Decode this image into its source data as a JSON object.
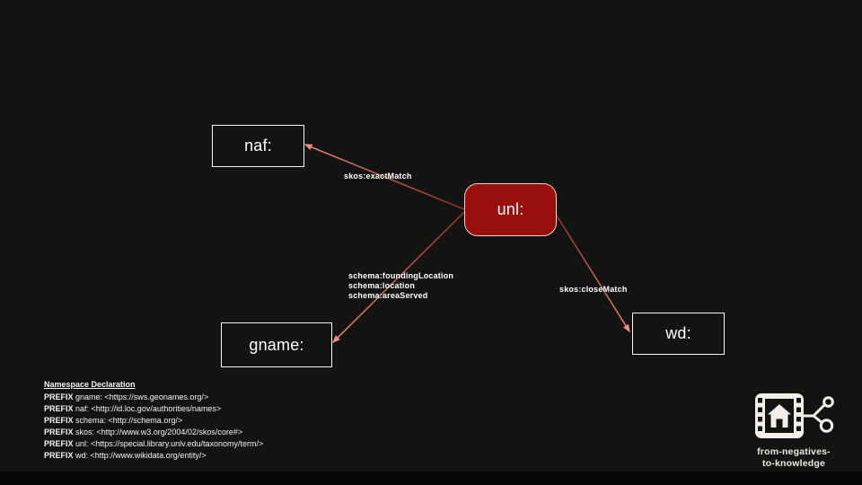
{
  "colors": {
    "background": "#131312",
    "node_border": "#f7f7f7",
    "accent_red_fill": "#990f0e",
    "accent_red_border": "#ecd2c9",
    "arrow_start": "#8a2f2b",
    "arrow_end": "#e5827b",
    "text": "#ffffff"
  },
  "diagram": {
    "nodes": [
      {
        "id": "naf",
        "label": "naf:",
        "shape": "rectangle"
      },
      {
        "id": "unl",
        "label": "unl:",
        "shape": "rounded-rectangle-red"
      },
      {
        "id": "gname",
        "label": "gname:",
        "shape": "rectangle"
      },
      {
        "id": "wd",
        "label": "wd:",
        "shape": "rectangle"
      }
    ],
    "edges": [
      {
        "from": "unl",
        "to": "naf",
        "label": "skos:exactMatch"
      },
      {
        "from": "unl",
        "to": "gname",
        "labels": [
          "schema:foundingLocation",
          "schema:location",
          "schema:areaServed"
        ]
      },
      {
        "from": "unl",
        "to": "wd",
        "label": "skos:closeMatch"
      }
    ]
  },
  "namespace_declaration": {
    "title": "Namespace Declaration",
    "lines": [
      {
        "keyword": "PREFIX",
        "text": " gname: <https://sws.geonames.org/>"
      },
      {
        "keyword": "PREFIX",
        "text": " naf: <http://id.loc.gov/authorities/names>"
      },
      {
        "keyword": "PREFIX",
        "text": " schema: <http://schema.org/>"
      },
      {
        "keyword": "PREFIX",
        "text": " skos: <http://www.w3.org/2004/02/skos/core#>"
      },
      {
        "keyword": "PREFIX",
        "text": " unl: <https://special.library.unlv.edu/taxonomy/term/>"
      },
      {
        "keyword": "PREFIX",
        "text": " wd: <http://www.wikidata.org/entity/>"
      }
    ]
  },
  "logo": {
    "icon": "filmstrip-house-share",
    "line1": "from-negatives-",
    "line2": "to-knowledge"
  }
}
